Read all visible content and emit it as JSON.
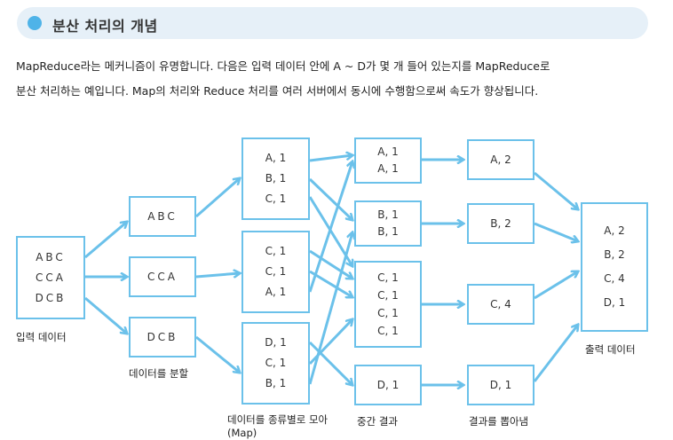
{
  "header": {
    "title": "분산 처리의 개념"
  },
  "description": {
    "line1": "MapReduce라는 메커니즘이 유명합니다. 다음은 입력 데이터 안에 A ~ D가 몇 개 들어 있는지를 MapReduce로",
    "line2": "분산 처리하는 예입니다. Map의 처리와 Reduce 처리를 여러 서버에서 동시에 수행함으로써 속도가 향상됩니다."
  },
  "diagram": {
    "input": {
      "lines": [
        "ABC",
        "CCA",
        "DCB"
      ],
      "caption": "입력 데이터"
    },
    "split": {
      "boxes": [
        "ABC",
        "CCA",
        "DCB"
      ],
      "caption": "데이터를 분할"
    },
    "map": {
      "boxes": [
        [
          "A, 1",
          "B, 1",
          "C, 1"
        ],
        [
          "C, 1",
          "C, 1",
          "A, 1"
        ],
        [
          "D, 1",
          "C, 1",
          "B, 1"
        ]
      ],
      "caption": "데이터를 종류별로 모아(Map)"
    },
    "intermediate": {
      "boxes": [
        [
          "A, 1",
          "A, 1"
        ],
        [
          "B, 1",
          "B, 1"
        ],
        [
          "C, 1",
          "C, 1",
          "C, 1",
          "C, 1"
        ],
        [
          "D, 1"
        ]
      ],
      "caption": "중간 결과"
    },
    "reduce": {
      "boxes": [
        "A, 2",
        "B, 2",
        "C, 4",
        "D, 1"
      ],
      "caption": "결과를 뽑아냄"
    },
    "output": {
      "lines": [
        "A, 2",
        "B, 2",
        "C, 4",
        "D, 1"
      ],
      "caption": "출력 데이터"
    },
    "arrow_color": "#6bc1ea"
  }
}
